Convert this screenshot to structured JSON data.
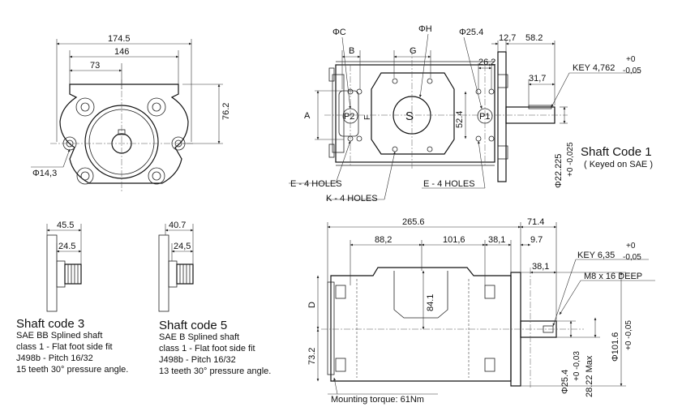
{
  "front_view": {
    "width_outer": "174.5",
    "width_mid": "146",
    "width_inner": "73",
    "height": "76.2",
    "hole": "Φ14,3"
  },
  "top_view": {
    "phi_c": "ΦC",
    "phi_h": "ΦH",
    "phi_25": "Φ25.4",
    "b": "B",
    "g": "G",
    "a": "A",
    "f": "F",
    "p2": "P2",
    "s": "S",
    "p1": "P1",
    "d_524": "52.4",
    "d_262": "26,2",
    "d_127": "12,7",
    "d_582": "58.2",
    "d_317": "31,7",
    "key": "KEY 4,762",
    "key_tol_up": "+0",
    "key_tol_dn": "-0,05",
    "shaft_dia": "Φ22.225",
    "shaft_dia_tol": "+0 -0,025",
    "e_holes_left": "E - 4 HOLES",
    "k_holes": "K - 4 HOLES",
    "e_holes_right": "E - 4 HOLES",
    "shaft_code": "Shaft Code 1",
    "shaft_code_note": "( Keyed on SAE )"
  },
  "shaft3": {
    "d_455": "45.5",
    "d_245": "24.5",
    "title": "Shaft code 3",
    "line1": "SAE BB Splined shaft",
    "line2": "class 1 - Flat foot side fit",
    "line3": "J498b - Pitch 16/32",
    "line4": "15 teeth 30° pressure angle."
  },
  "shaft5": {
    "d_407": "40.7",
    "d_245": "24,5",
    "title": "Shaft code 5",
    "line1": "SAE B Splined shaft",
    "line2": "class 1 - Flat foot side fit",
    "line3": "J498b - Pitch 16/32",
    "line4": "13 teeth 30° pressure angle."
  },
  "side_view": {
    "total": "265.6",
    "d_714": "71.4",
    "d_882": "88,2",
    "d_1016": "101,6",
    "d_381a": "38,1",
    "d_97": "9.7",
    "d_381b": "38,1",
    "key": "KEY 6,35",
    "key_tol_up": "+0",
    "key_tol_dn": "-0,05",
    "thread": "M8 x 16 DEEP",
    "d_841": "84.1",
    "d_label": "D",
    "d_732": "73.2",
    "pilot": "Φ101.6",
    "pilot_tol": "+0 -0,05",
    "shaft": "Φ25.4",
    "shaft_tol": "+0 -0,03",
    "max": "28.22 Max",
    "torque": "Mounting torque: 61Nm"
  }
}
